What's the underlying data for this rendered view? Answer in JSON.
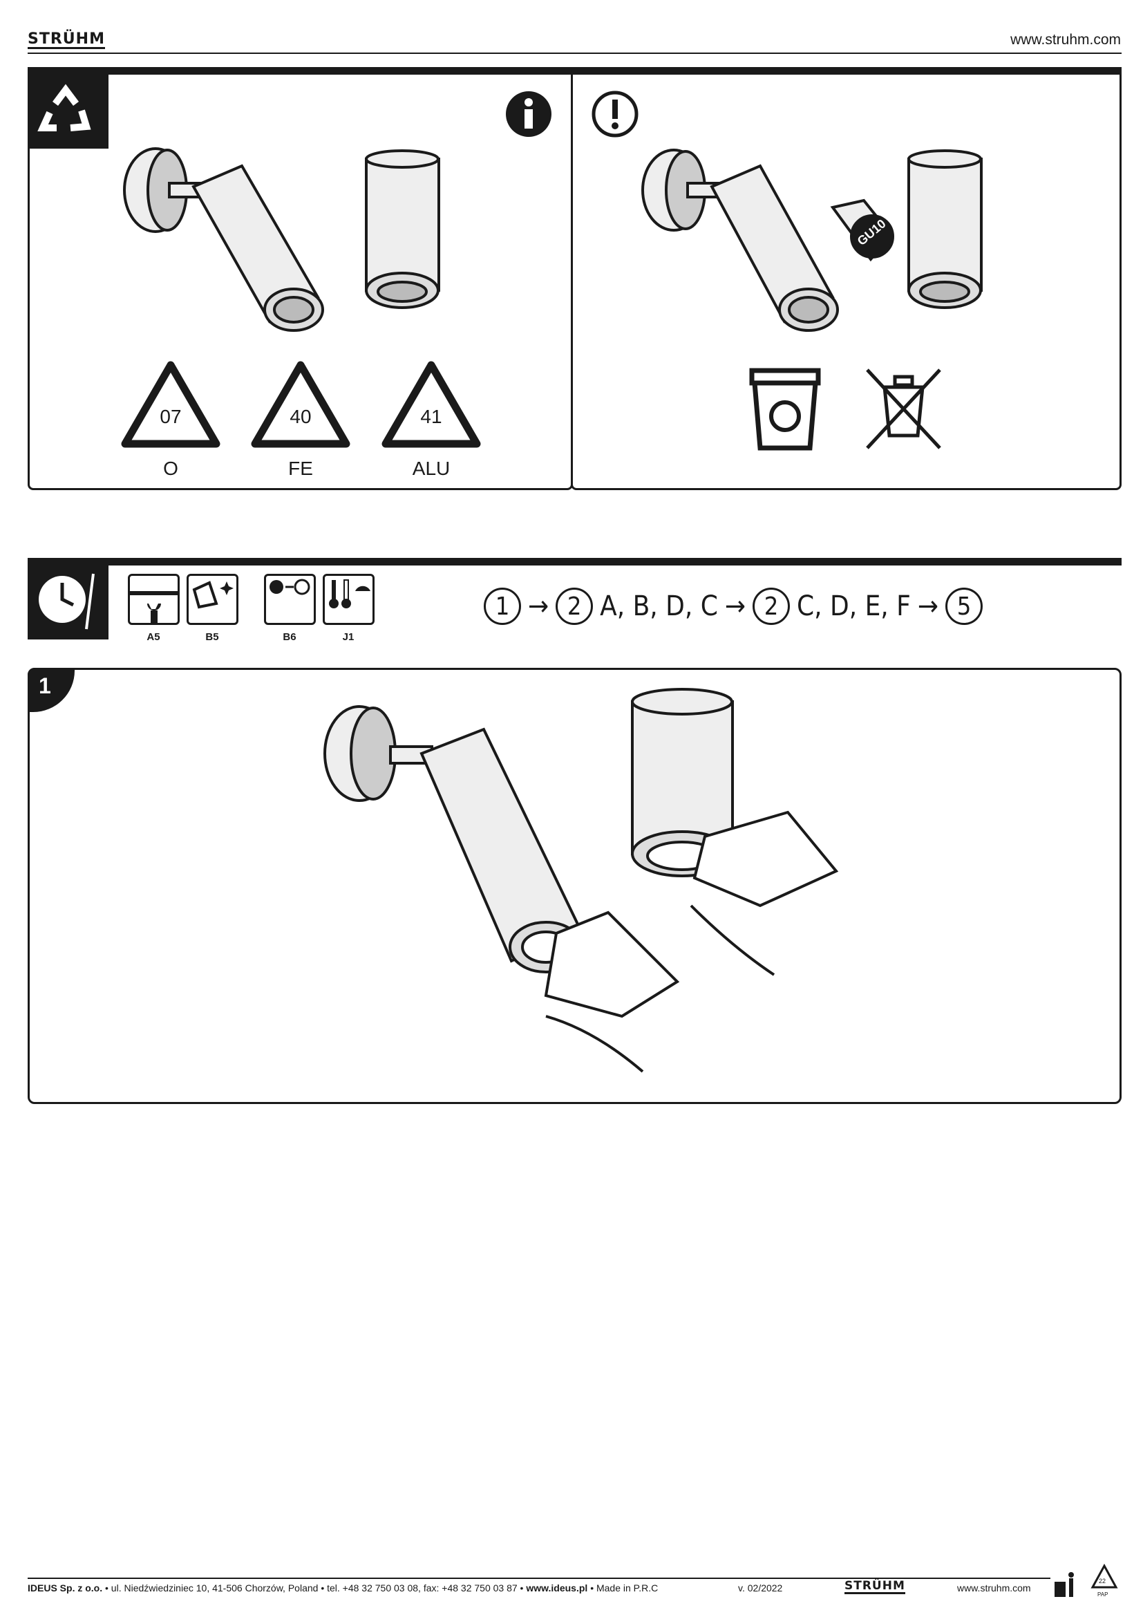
{
  "header": {
    "brand": "STRÜHM",
    "url": "www.struhm.com"
  },
  "recycling": {
    "codes": [
      {
        "number": "07",
        "material": "O"
      },
      {
        "number": "40",
        "material": "FE"
      },
      {
        "number": "41",
        "material": "ALU"
      }
    ],
    "bulb_label": "GU10"
  },
  "maintenance": {
    "icons": [
      {
        "label": "A5"
      },
      {
        "label": "B5"
      },
      {
        "label": "B6"
      },
      {
        "label": "J1"
      }
    ],
    "sequence": [
      {
        "step": "1"
      },
      {
        "step": "2",
        "letters": "A, B, D, C"
      },
      {
        "step": "2",
        "letters": "C, D, E, F"
      },
      {
        "step": "5"
      }
    ]
  },
  "step1": {
    "number": "1"
  },
  "footer": {
    "company": "IDEUS Sp. z o.o.",
    "address": "• ul. Niedźwiedziniec 10, 41-506 Chorzów, Poland • tel. +48 32 750 03 08, fax: +48 32 750 03 87 •",
    "website": "www.ideus.pl",
    "made_in": "• Made in P.R.C",
    "version": "v. 02/2022",
    "brand": "STRÜHM",
    "url": "www.struhm.com",
    "pap_code": "22",
    "pap_label": "PAP"
  }
}
